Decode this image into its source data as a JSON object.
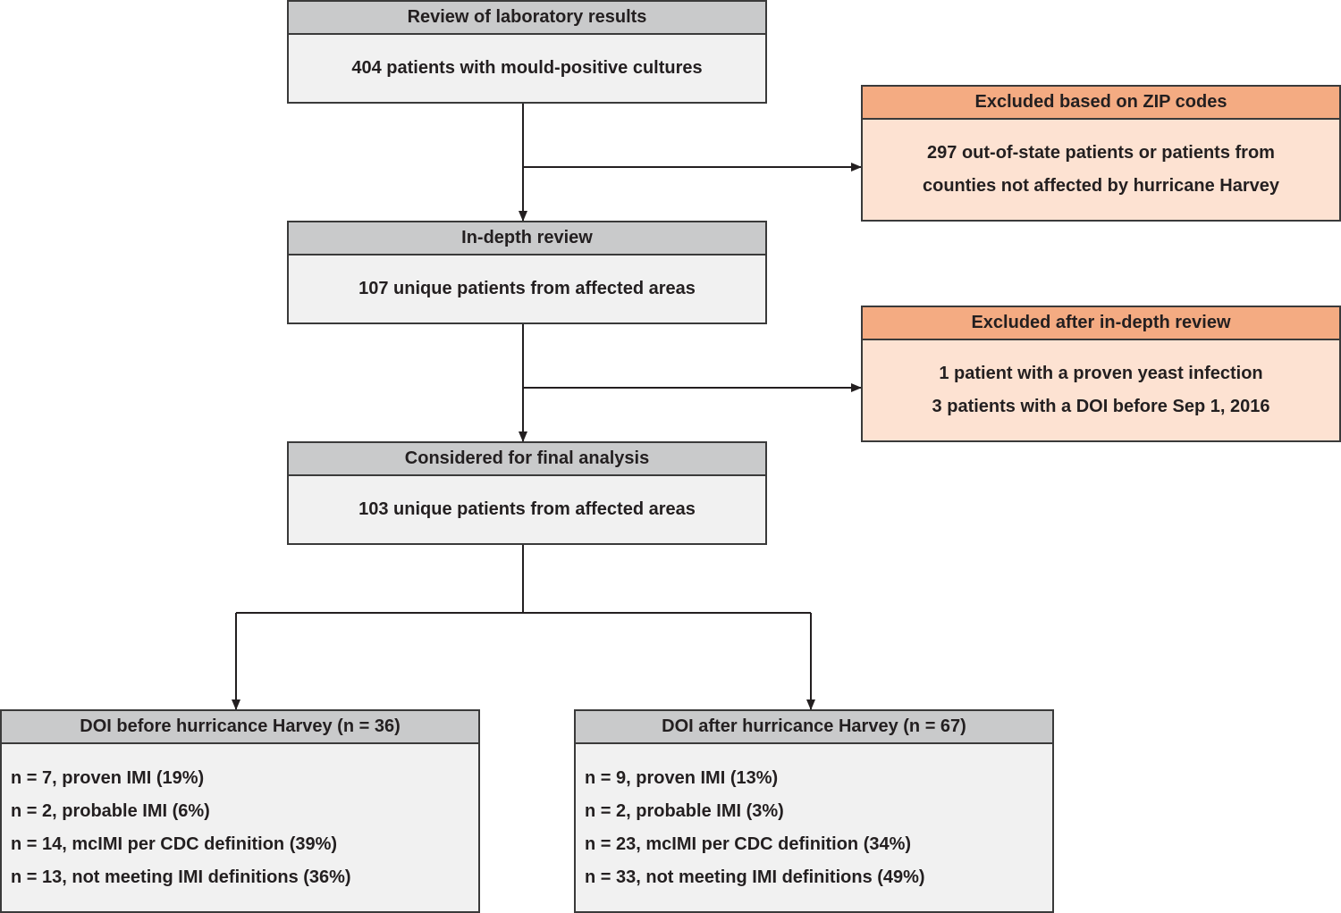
{
  "boxes": {
    "review": {
      "header": "Review of laboratory results",
      "lines": [
        "404 patients with mould-positive cultures"
      ]
    },
    "excluded_zip": {
      "header": "Excluded based on ZIP codes",
      "lines": [
        "297 out-of-state patients or patients from",
        "counties not affected by hurricane Harvey"
      ]
    },
    "in_depth": {
      "header": "In-depth review",
      "lines": [
        "107 unique patients from affected areas"
      ]
    },
    "excluded_review": {
      "header": "Excluded after in-depth review",
      "lines": [
        "1 patient with a proven yeast infection",
        "3 patients with a DOI before Sep 1, 2016"
      ]
    },
    "final": {
      "header": "Considered for final analysis",
      "lines": [
        "103 unique patients from affected areas"
      ]
    },
    "before": {
      "header": "DOI before hurricance Harvey (n = 36)",
      "lines": [
        "n = 7, proven IMI (19%)",
        "n = 2, probable IMI (6%)",
        "n = 14, mcIMI per CDC definition (39%)",
        "n = 13, not meeting IMI definitions (36%)"
      ]
    },
    "after": {
      "header": "DOI after hurricance Harvey (n = 67)",
      "lines": [
        "n = 9, proven IMI (13%)",
        "n = 2, probable IMI (3%)",
        "n = 23, mcIMI per CDC definition (34%)",
        "n = 33, not meeting IMI definitions (49%)"
      ]
    }
  },
  "colors": {
    "gray_header": "#c9cacb",
    "gray_body": "#f1f1f1",
    "orange_header": "#f4ab82",
    "orange_body": "#fde2d2",
    "line": "#231f20"
  }
}
